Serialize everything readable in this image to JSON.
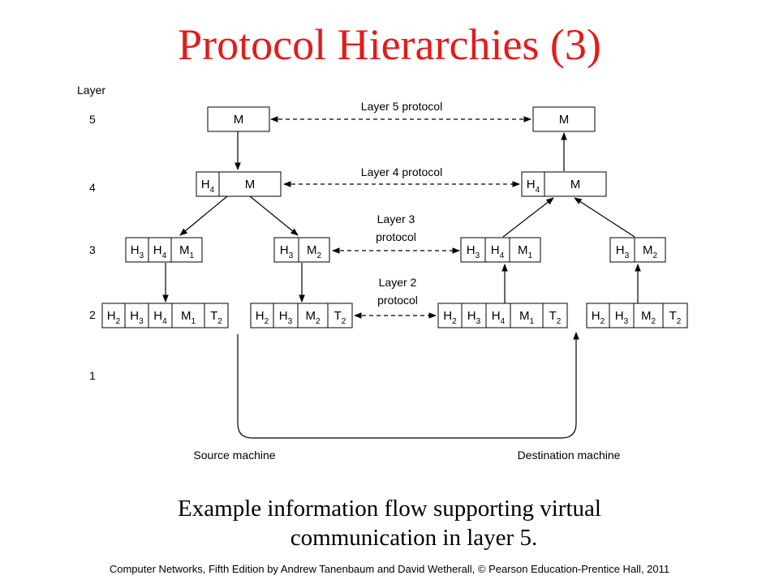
{
  "title": "Protocol Hierarchies (3)",
  "caption_line1": "Example information flow supporting virtual",
  "caption_line2": "communication in layer 5.",
  "footer": "Computer Networks, Fifth Edition by Andrew Tanenbaum and David Wetherall, © Pearson Education-Prentice Hall, 2011",
  "diagram": {
    "layer_header": "Layer",
    "layers": [
      "5",
      "4",
      "3",
      "2",
      "1"
    ],
    "protocols": {
      "layer5": "Layer 5 protocol",
      "layer4": "Layer 4 protocol",
      "layer3": [
        "Layer 3",
        "protocol"
      ],
      "layer2": [
        "Layer 2",
        "protocol"
      ]
    },
    "source_label": "Source machine",
    "destination_label": "Destination machine",
    "messages": {
      "l5_source": [
        "M"
      ],
      "l5_dest": [
        "M"
      ],
      "l4_source": [
        "H4",
        "M"
      ],
      "l4_dest": [
        "H4",
        "M"
      ],
      "l3_source_a": [
        "H3",
        "H4",
        "M1"
      ],
      "l3_source_b": [
        "H3",
        "M2"
      ],
      "l3_dest_a": [
        "H3",
        "H4",
        "M1"
      ],
      "l3_dest_b": [
        "H3",
        "M2"
      ],
      "l2_source_a": [
        "H2",
        "H3",
        "H4",
        "M1",
        "T2"
      ],
      "l2_source_b": [
        "H2",
        "H3",
        "M2",
        "T2"
      ],
      "l2_dest_a": [
        "H2",
        "H3",
        "H4",
        "M1",
        "T2"
      ],
      "l2_dest_b": [
        "H2",
        "H3",
        "M2",
        "T2"
      ]
    }
  }
}
